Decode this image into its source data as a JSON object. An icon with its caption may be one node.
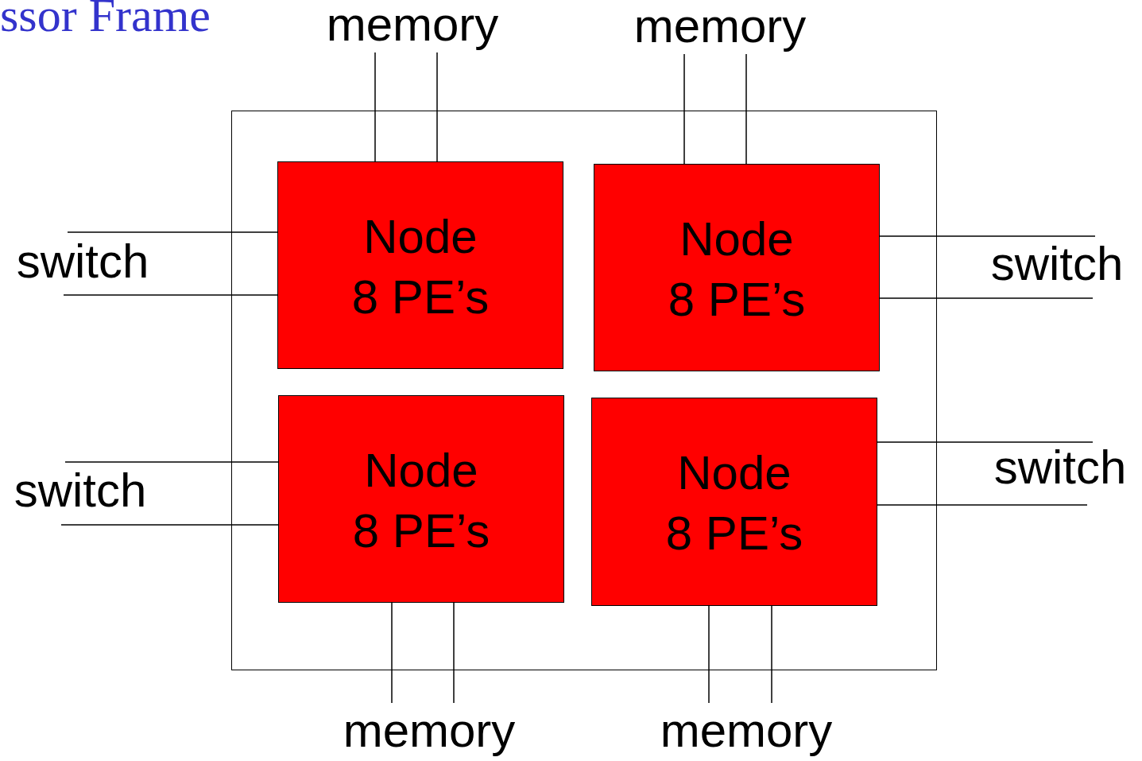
{
  "diagram": {
    "title": "ssor Frame",
    "nodes": [
      {
        "text": [],
        "shape": "box"
      },
      {
        "text": [
          "memory"
        ]
      },
      {
        "text": [
          "memory"
        ]
      },
      {
        "text": [
          "switch"
        ]
      },
      {
        "text": [
          "Node",
          "8 PE’s"
        ],
        "in": 0
      },
      {
        "text": [
          "Node",
          "8 PE’s"
        ],
        "in": 0
      },
      {
        "text": [
          "switch"
        ]
      },
      {
        "text": [
          "switch"
        ]
      },
      {
        "text": [
          "Node",
          "8 PE’s"
        ],
        "in": 0
      },
      {
        "text": [
          "Node",
          "8 PE’s"
        ],
        "in": 0
      },
      {
        "text": [
          "switch"
        ]
      },
      {
        "text": [
          "memory"
        ]
      },
      {
        "text": [
          "memory"
        ]
      }
    ],
    "edges": [
      {
        "from": 4,
        "to": 1,
        "arrow": "none"
      },
      {
        "from": 4,
        "to": 1,
        "arrow": "none"
      },
      {
        "from": 5,
        "to": 2,
        "arrow": "none"
      },
      {
        "from": 5,
        "to": 2,
        "arrow": "none"
      },
      {
        "from": 4,
        "to": 3,
        "arrow": "none"
      },
      {
        "from": 4,
        "to": 3,
        "arrow": "none"
      },
      {
        "from": 5,
        "to": 6,
        "arrow": "none"
      },
      {
        "from": 5,
        "to": 6,
        "arrow": "none"
      },
      {
        "from": 8,
        "to": 7,
        "arrow": "none"
      },
      {
        "from": 8,
        "to": 7,
        "arrow": "none"
      },
      {
        "from": 9,
        "to": 10,
        "arrow": "none"
      },
      {
        "from": 9,
        "to": 10,
        "arrow": "none"
      },
      {
        "from": 8,
        "to": 11,
        "arrow": "none"
      },
      {
        "from": 8,
        "to": 11,
        "arrow": "none"
      },
      {
        "from": 9,
        "to": 12,
        "arrow": "none"
      },
      {
        "from": 9,
        "to": 12,
        "arrow": "none"
      }
    ]
  }
}
